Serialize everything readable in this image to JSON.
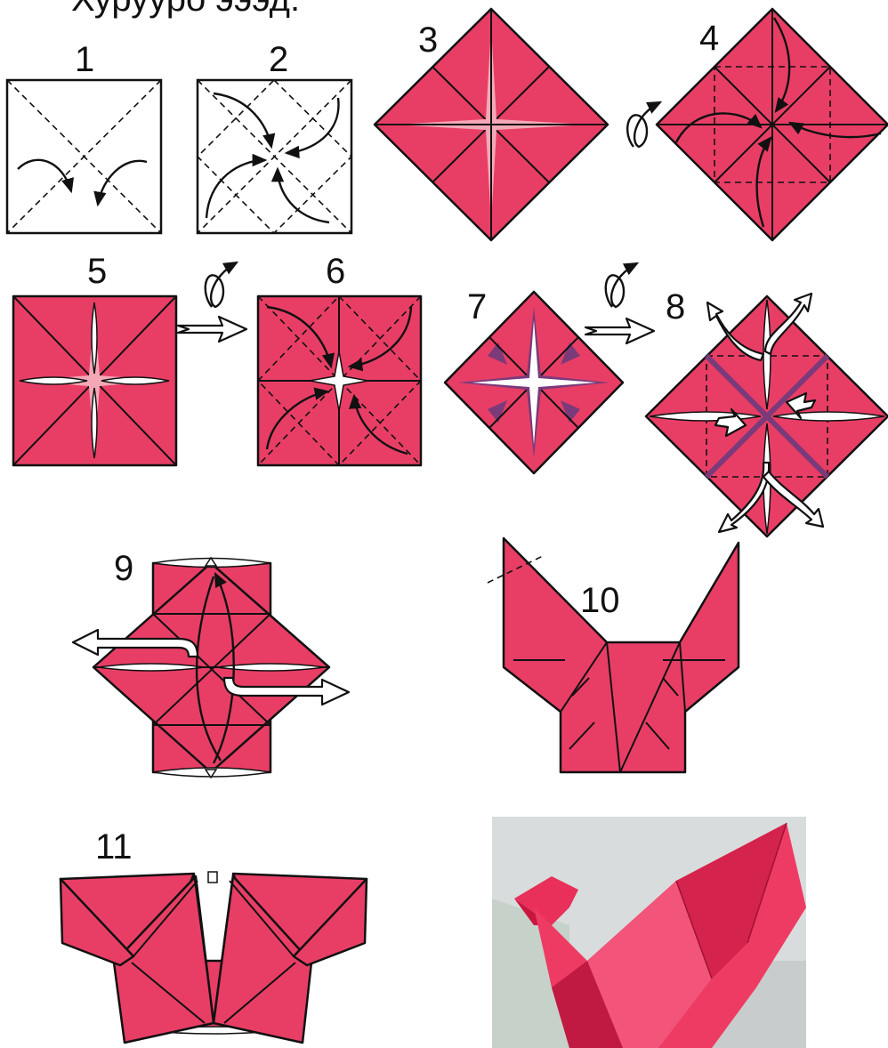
{
  "header": {
    "title": "Хурууро  эээд:"
  },
  "steps": [
    "1",
    "2",
    "3",
    "4",
    "5",
    "6",
    "7",
    "8",
    "9",
    "10",
    "11"
  ],
  "colors": {
    "paper": "#e83e66",
    "outline": "#111111",
    "photo_bg": "#d9dcdc"
  },
  "icons": [
    "flip-over-icon",
    "next-step-arrow-icon",
    "fold-arrow-icon",
    "open-arrow-icon"
  ]
}
